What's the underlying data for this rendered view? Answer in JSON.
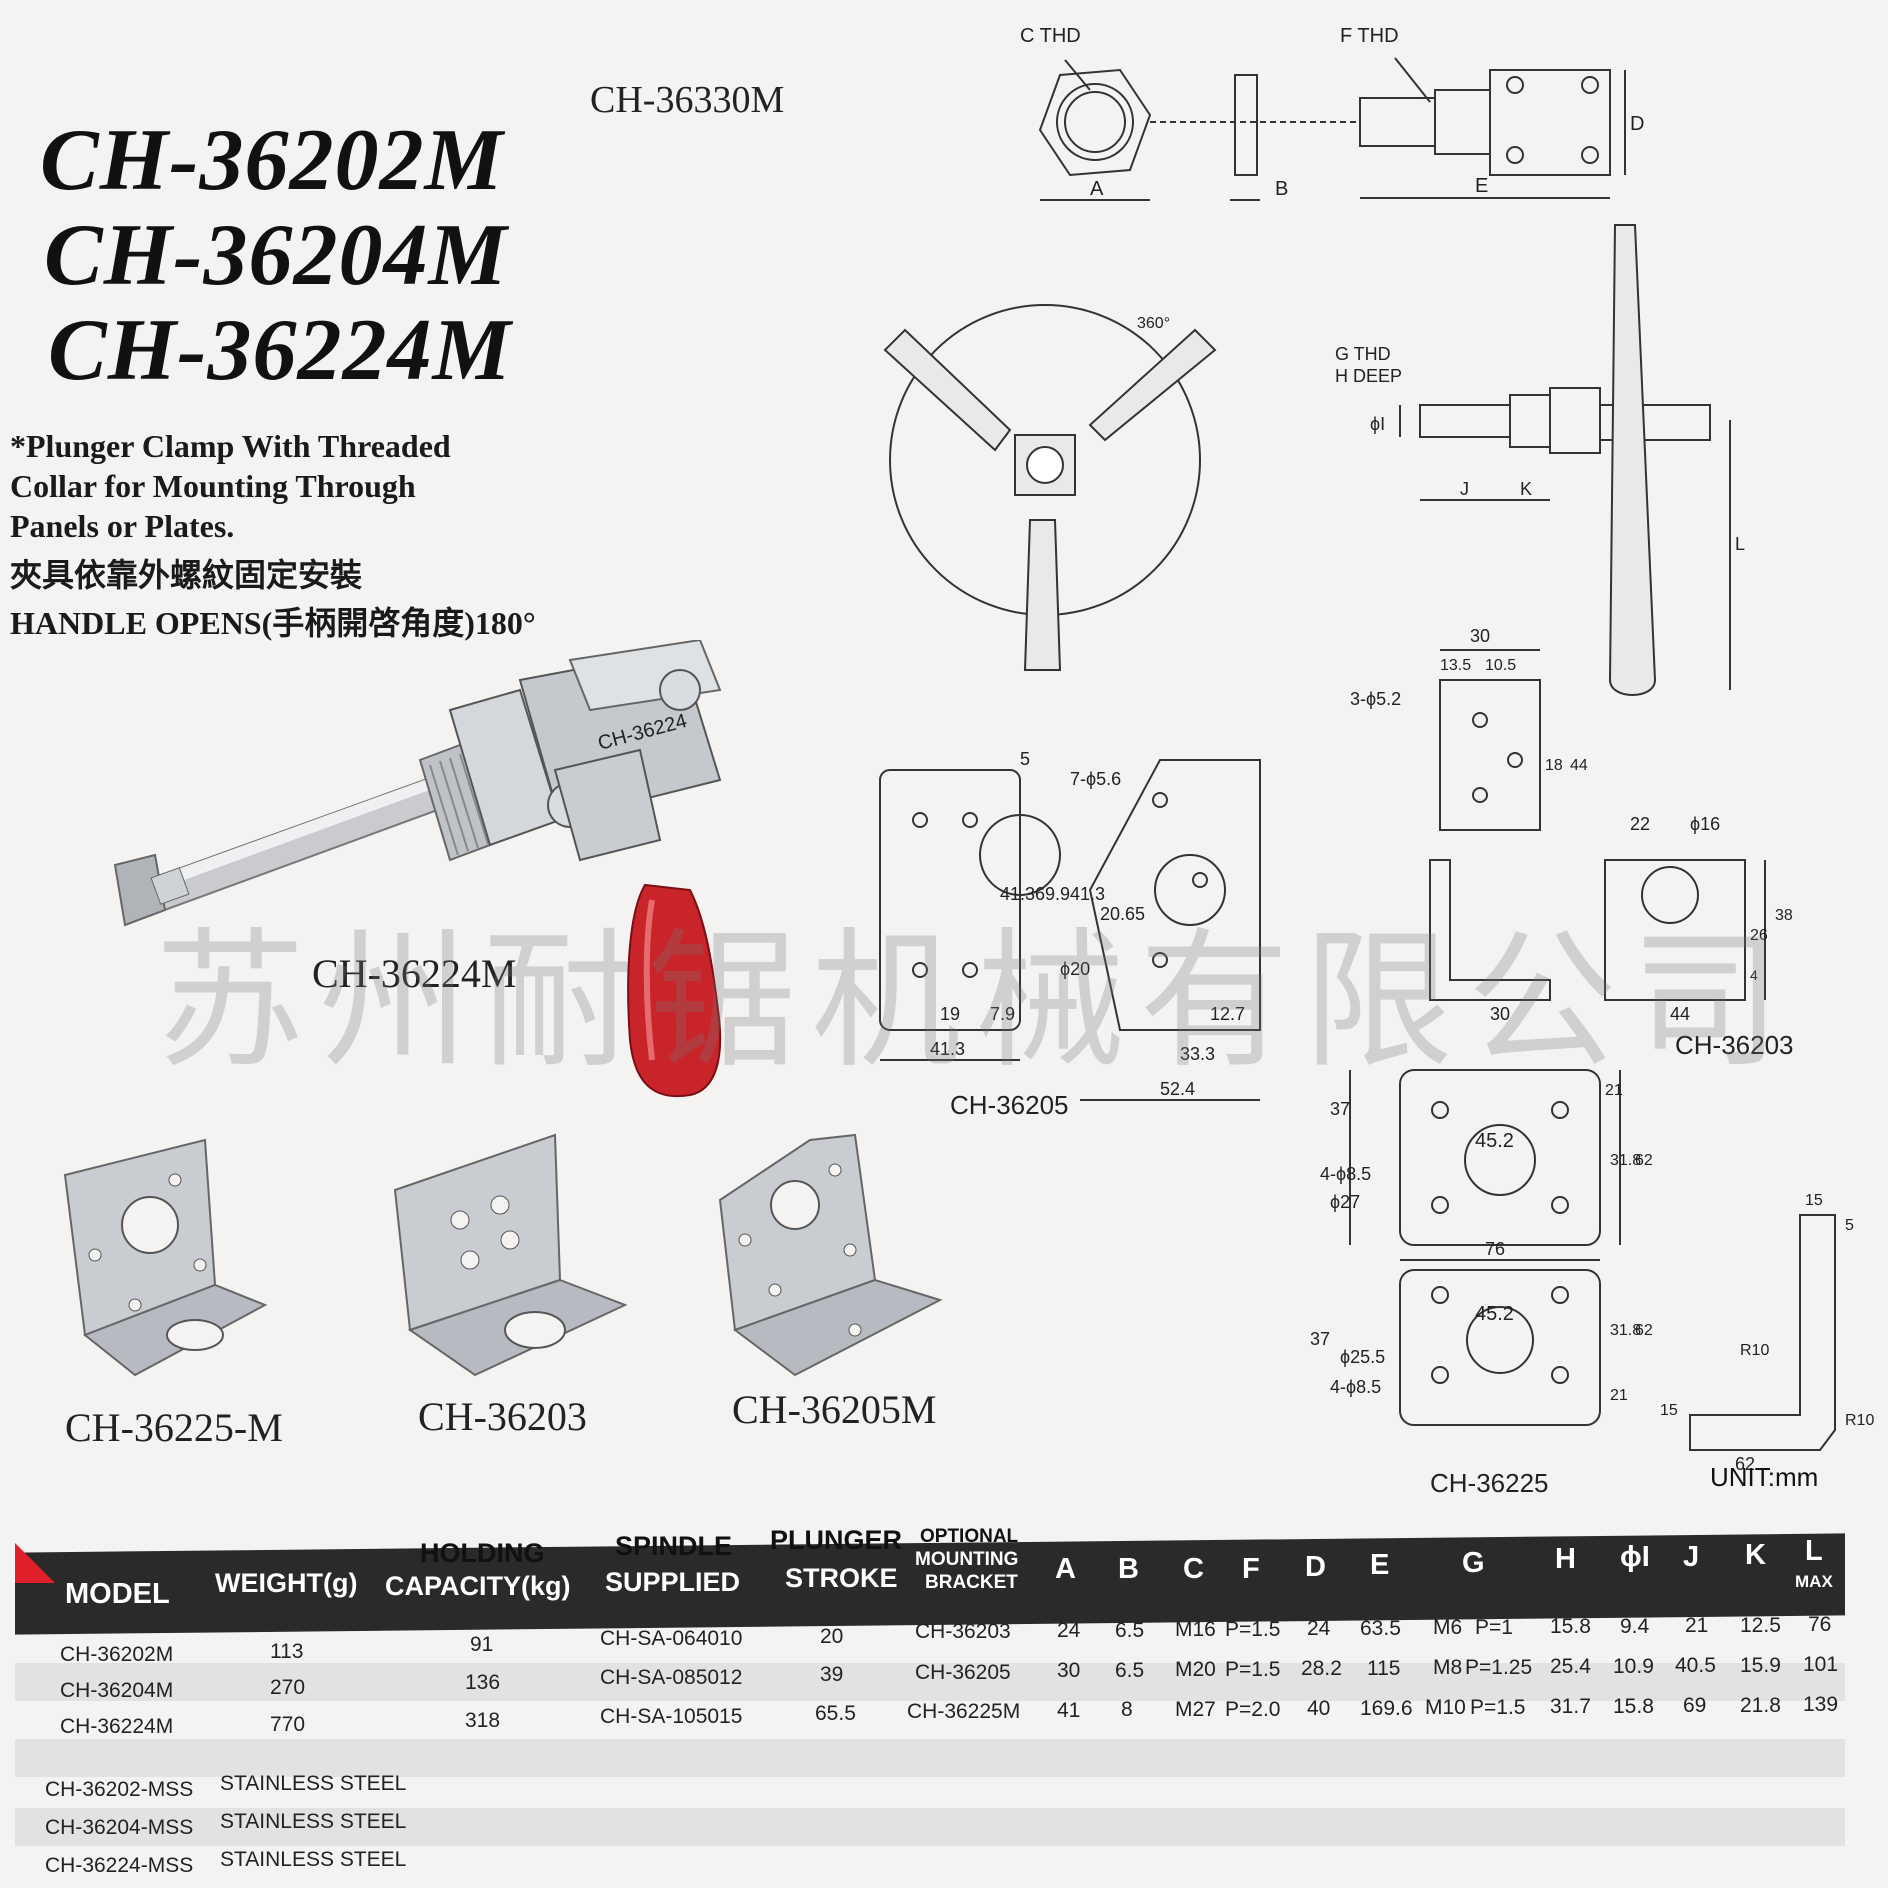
{
  "titles": [
    "CH-36202M",
    "CH-36204M",
    "CH-36224M"
  ],
  "description": {
    "line1": "*Plunger Clamp With Threaded",
    "line2": "Collar for Mounting Through",
    "line3": "Panels or Plates.",
    "line4": "夾具依靠外螺紋固定安裝",
    "line5": "HANDLE OPENS(手柄開啓角度)180°"
  },
  "watermark": "苏州耐锯机械有限公司",
  "photos": {
    "main_label": "CH-36224M",
    "bracket1_label": "CH-36225-M",
    "bracket2_label": "CH-36203",
    "bracket3_label": "CH-36205M"
  },
  "drawings": {
    "top_label": "CH-36330M",
    "c_thd": "C THD",
    "f_thd": "F THD",
    "a": "A",
    "b": "B",
    "d": "D",
    "e": "E",
    "g_thd": "G THD",
    "h_deep": "H DEEP",
    "phi_i": "ϕI",
    "j": "J",
    "k": "K",
    "l": "L",
    "deg360": "360°",
    "ch36205": {
      "label": "CH-36205",
      "holes": "7-ϕ5.6",
      "d5": "5",
      "d41_3a": "41.3",
      "d69_9": "69.9",
      "d41_3b": "41.3",
      "d20_65": "20.65",
      "phi20": "ϕ20",
      "d19": "19",
      "d7_9": "7.9",
      "d41_3c": "41.3",
      "d12_7": "12.7",
      "d33_3": "33.3",
      "d52_4": "52.4"
    },
    "ch36203": {
      "label": "CH-36203",
      "d30": "30",
      "d13_5": "13.5",
      "d10_5": "10.5",
      "holes": "3-ϕ5.2",
      "d18": "18",
      "d44a": "44",
      "d22": "22",
      "phi16": "ϕ16",
      "d26": "26",
      "d38": "38",
      "d4": "4",
      "d30b": "30",
      "d44b": "44"
    },
    "ch36225": {
      "label": "CH-36225",
      "d37a": "37",
      "d21a": "21",
      "d45_2a": "45.2",
      "d31_8a": "31.8",
      "d62a": "62",
      "holes_a": "4-ϕ8.5",
      "phi27": "ϕ27",
      "d76": "76",
      "d37b": "37",
      "d45_2b": "45.2",
      "phi25_5": "ϕ25.5",
      "holes_b": "4-ϕ8.5",
      "d31_8b": "31.8",
      "d62b": "62",
      "d21b": "21",
      "d15a": "15",
      "d5": "5",
      "r10a": "R10",
      "r10b": "R10",
      "d15b": "15",
      "d62c": "62"
    },
    "unit": "UNIT:mm"
  },
  "table": {
    "headers": {
      "model": "MODEL",
      "weight": "WEIGHT(g)",
      "holding1": "HOLDING",
      "holding2": "CAPACITY(kg)",
      "spindle1": "SPINDLE",
      "spindle2": "SUPPLIED",
      "plunger1": "PLUNGER",
      "plunger2": "STROKE",
      "opt1": "OPTIONAL",
      "opt2": "MOUNTING",
      "opt3": "BRACKET",
      "a": "A",
      "b": "B",
      "c": "C",
      "f": "F",
      "d": "D",
      "e": "E",
      "g": "G",
      "h": "H",
      "i": "ϕI",
      "j": "J",
      "k": "K",
      "l": "L",
      "l_max": "MAX"
    },
    "rows": [
      {
        "model": "CH-36202M",
        "weight": "113",
        "holding": "91",
        "spindle": "CH-SA-064010",
        "stroke": "20",
        "bracket": "CH-36203",
        "a": "24",
        "b": "6.5",
        "c": "M16",
        "f": "P=1.5",
        "d": "24",
        "e": "63.5",
        "g": "M6",
        "g2": "P=1",
        "h": "15.8",
        "i": "9.4",
        "j": "21",
        "k": "12.5",
        "l": "76"
      },
      {
        "model": "CH-36204M",
        "weight": "270",
        "holding": "136",
        "spindle": "CH-SA-085012",
        "stroke": "39",
        "bracket": "CH-36205",
        "a": "30",
        "b": "6.5",
        "c": "M20",
        "f": "P=1.5",
        "d": "28.2",
        "e": "115",
        "g": "M8",
        "g2": "P=1.25",
        "h": "25.4",
        "i": "10.9",
        "j": "40.5",
        "k": "15.9",
        "l": "101"
      },
      {
        "model": "CH-36224M",
        "weight": "770",
        "holding": "318",
        "spindle": "CH-SA-105015",
        "stroke": "65.5",
        "bracket": "CH-36225M",
        "a": "41",
        "b": "8",
        "c": "M27",
        "f": "P=2.0",
        "d": "40",
        "e": "169.6",
        "g": "M10",
        "g2": "P=1.5",
        "h": "31.7",
        "i": "15.8",
        "j": "69",
        "k": "21.8",
        "l": "139"
      },
      {
        "model": "CH-36202-MSS",
        "weight": "STAINLESS STEEL"
      },
      {
        "model": "CH-36204-MSS",
        "weight": "STAINLESS STEEL"
      },
      {
        "model": "CH-36224-MSS",
        "weight": "STAINLESS STEEL"
      }
    ]
  },
  "colors": {
    "accent": "#e0202a",
    "header": "#2a2a2a",
    "handle": "#c8242a"
  }
}
